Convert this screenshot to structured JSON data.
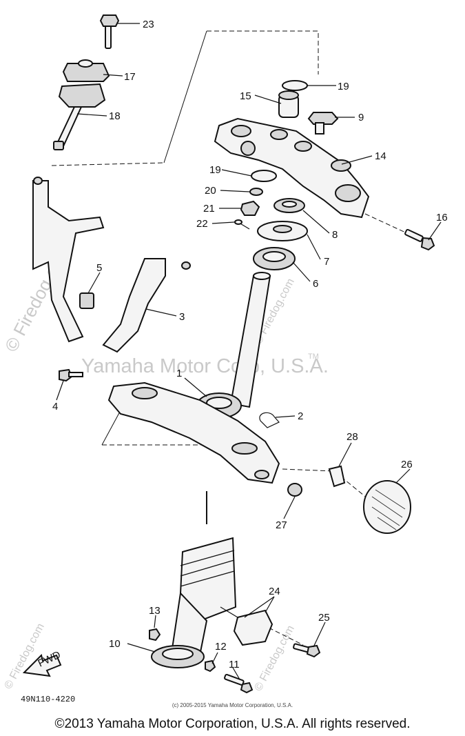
{
  "watermark": {
    "brand": "Yamaha Motor Corp, U.S.A.",
    "tm": "TM",
    "site": "© Firedog.com",
    "site_short": "© Firedog.com"
  },
  "diagram": {
    "code": "49N110-4220",
    "fwd_label": "FWD",
    "callouts": [
      "1",
      "2",
      "3",
      "4",
      "5",
      "6",
      "7",
      "8",
      "9",
      "10",
      "11",
      "12",
      "13",
      "14",
      "15",
      "16",
      "17",
      "18",
      "19",
      "19",
      "20",
      "21",
      "22",
      "23",
      "24",
      "25",
      "26",
      "27",
      "28"
    ]
  },
  "footer": {
    "small_copyright": "(c) 2005-2015 Yamaha Motor Corporation, U.S.A.",
    "copyright": "©2013 Yamaha Motor Corporation, U.S.A. All rights reserved."
  }
}
